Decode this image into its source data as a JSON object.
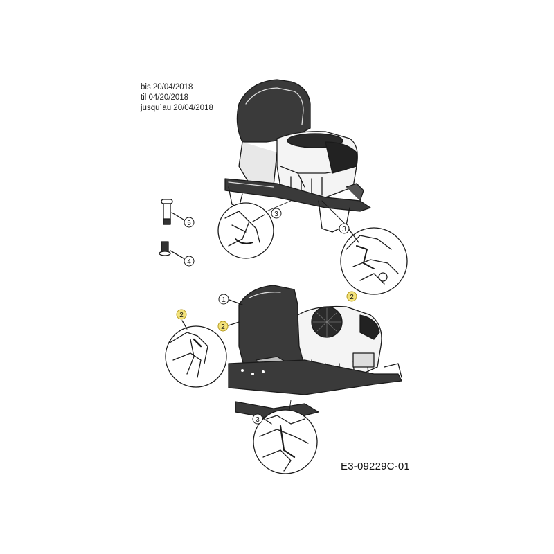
{
  "validity_note": {
    "de": "bis 20/04/2018",
    "en": "til 04/20/2018",
    "fr": "jusqu`au 20/04/2018"
  },
  "drawing_code": "E3-09229C-01",
  "callouts": {
    "top_detail_left": "3",
    "top_detail_right": "3",
    "top_detail_right_highlight": "2",
    "bolt_long": "5",
    "bolt_short": "4",
    "bottom_item_1": "1",
    "bottom_item_2": "2",
    "bottom_detail_left": "2",
    "bottom_detail_bottom": "3"
  },
  "colors": {
    "line": "#1a1a1a",
    "highlight_fill": "#f3e27a",
    "highlight_stroke": "#b59a1e"
  }
}
